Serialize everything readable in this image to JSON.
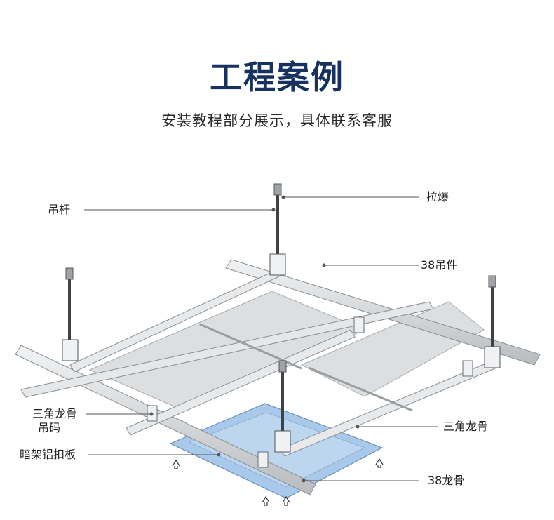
{
  "header": {
    "title": "工程案例",
    "subtitle": "安装教程部分展示，具体联系客服"
  },
  "labels": {
    "hanger_rod": "吊杆",
    "expansion_bolt": "拉爆",
    "hanger_38": "38吊件",
    "triangle_keel_clip_line1": "三角龙骨",
    "triangle_keel_clip_line2": "吊码",
    "concealed_panel": "暗架铝扣板",
    "triangle_keel": "三角龙骨",
    "keel_38": "38龙骨"
  },
  "colors": {
    "title": "#17325e",
    "panel_blue": "#a9c9ea",
    "metal": "#d6d8da",
    "leader": "#555555"
  }
}
